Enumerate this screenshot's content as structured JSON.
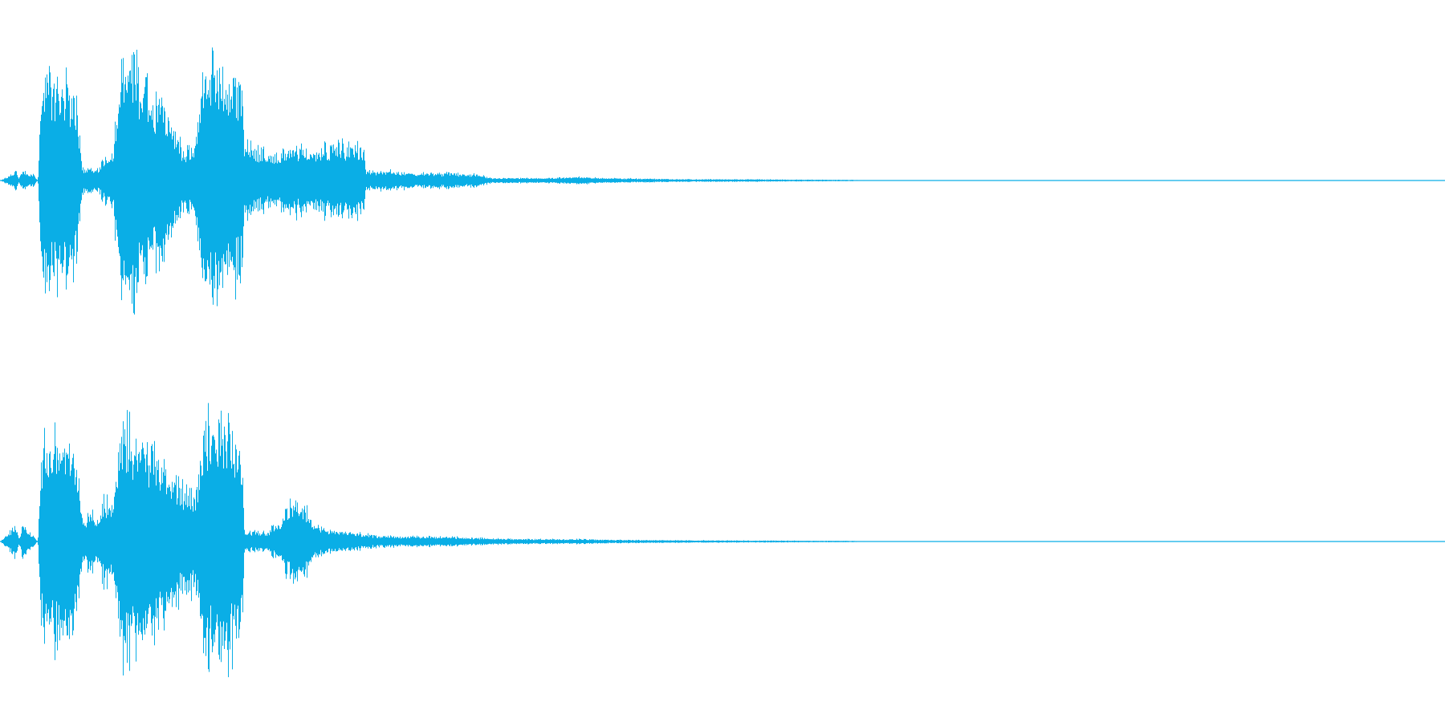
{
  "waveform": {
    "color": "#0aaee6",
    "channels": [
      {
        "name": "",
        "envelope_keyframes": [
          [
            0.0,
            0.0
          ],
          [
            0.008,
            0.05
          ],
          [
            0.01,
            0.1
          ],
          [
            0.013,
            0.02
          ],
          [
            0.016,
            0.1
          ],
          [
            0.019,
            0.05
          ],
          [
            0.023,
            0.05
          ],
          [
            0.026,
            0.0
          ],
          [
            0.028,
            0.7
          ],
          [
            0.031,
            1.0
          ],
          [
            0.034,
            0.8
          ],
          [
            0.04,
            0.85
          ],
          [
            0.053,
            0.7
          ],
          [
            0.057,
            0.1
          ],
          [
            0.062,
            0.12
          ],
          [
            0.068,
            0.1
          ],
          [
            0.072,
            0.2
          ],
          [
            0.078,
            0.2
          ],
          [
            0.083,
            0.95
          ],
          [
            0.088,
            1.0
          ],
          [
            0.096,
            0.9
          ],
          [
            0.105,
            0.7
          ],
          [
            0.115,
            0.6
          ],
          [
            0.125,
            0.3
          ],
          [
            0.135,
            0.25
          ],
          [
            0.14,
            1.0
          ],
          [
            0.15,
            0.9
          ],
          [
            0.16,
            0.85
          ],
          [
            0.167,
            0.8
          ],
          [
            0.169,
            0.3
          ],
          [
            0.18,
            0.25
          ],
          [
            0.19,
            0.2
          ],
          [
            0.205,
            0.28
          ],
          [
            0.215,
            0.26
          ],
          [
            0.23,
            0.3
          ],
          [
            0.245,
            0.3
          ],
          [
            0.251,
            0.28
          ],
          [
            0.253,
            0.08
          ],
          [
            0.27,
            0.08
          ],
          [
            0.29,
            0.06
          ],
          [
            0.31,
            0.06
          ],
          [
            0.33,
            0.05
          ],
          [
            0.34,
            0.02
          ],
          [
            0.38,
            0.02
          ],
          [
            0.4,
            0.03
          ],
          [
            0.42,
            0.02
          ],
          [
            0.48,
            0.01
          ],
          [
            0.52,
            0.01
          ],
          [
            0.59,
            0.005
          ],
          [
            0.6,
            0.0
          ],
          [
            1.0,
            0.0
          ]
        ]
      },
      {
        "name": "",
        "envelope_keyframes": [
          [
            0.0,
            0.0
          ],
          [
            0.008,
            0.1
          ],
          [
            0.01,
            0.15
          ],
          [
            0.013,
            0.03
          ],
          [
            0.016,
            0.15
          ],
          [
            0.019,
            0.1
          ],
          [
            0.022,
            0.06
          ],
          [
            0.026,
            0.0
          ],
          [
            0.028,
            0.75
          ],
          [
            0.031,
            0.9
          ],
          [
            0.034,
            0.85
          ],
          [
            0.044,
            0.9
          ],
          [
            0.053,
            0.6
          ],
          [
            0.057,
            0.15
          ],
          [
            0.062,
            0.25
          ],
          [
            0.068,
            0.2
          ],
          [
            0.072,
            0.35
          ],
          [
            0.078,
            0.3
          ],
          [
            0.083,
            0.95
          ],
          [
            0.09,
            0.9
          ],
          [
            0.1,
            0.85
          ],
          [
            0.112,
            0.7
          ],
          [
            0.125,
            0.45
          ],
          [
            0.135,
            0.4
          ],
          [
            0.14,
            0.95
          ],
          [
            0.15,
            1.0
          ],
          [
            0.16,
            0.95
          ],
          [
            0.167,
            0.8
          ],
          [
            0.169,
            0.08
          ],
          [
            0.185,
            0.08
          ],
          [
            0.195,
            0.2
          ],
          [
            0.202,
            0.35
          ],
          [
            0.21,
            0.3
          ],
          [
            0.218,
            0.15
          ],
          [
            0.225,
            0.1
          ],
          [
            0.24,
            0.08
          ],
          [
            0.26,
            0.05
          ],
          [
            0.29,
            0.04
          ],
          [
            0.31,
            0.04
          ],
          [
            0.33,
            0.03
          ],
          [
            0.36,
            0.02
          ],
          [
            0.4,
            0.02
          ],
          [
            0.42,
            0.015
          ],
          [
            0.48,
            0.01
          ],
          [
            0.52,
            0.008
          ],
          [
            0.59,
            0.005
          ],
          [
            0.6,
            0.0
          ],
          [
            1.0,
            0.0
          ]
        ]
      }
    ]
  }
}
